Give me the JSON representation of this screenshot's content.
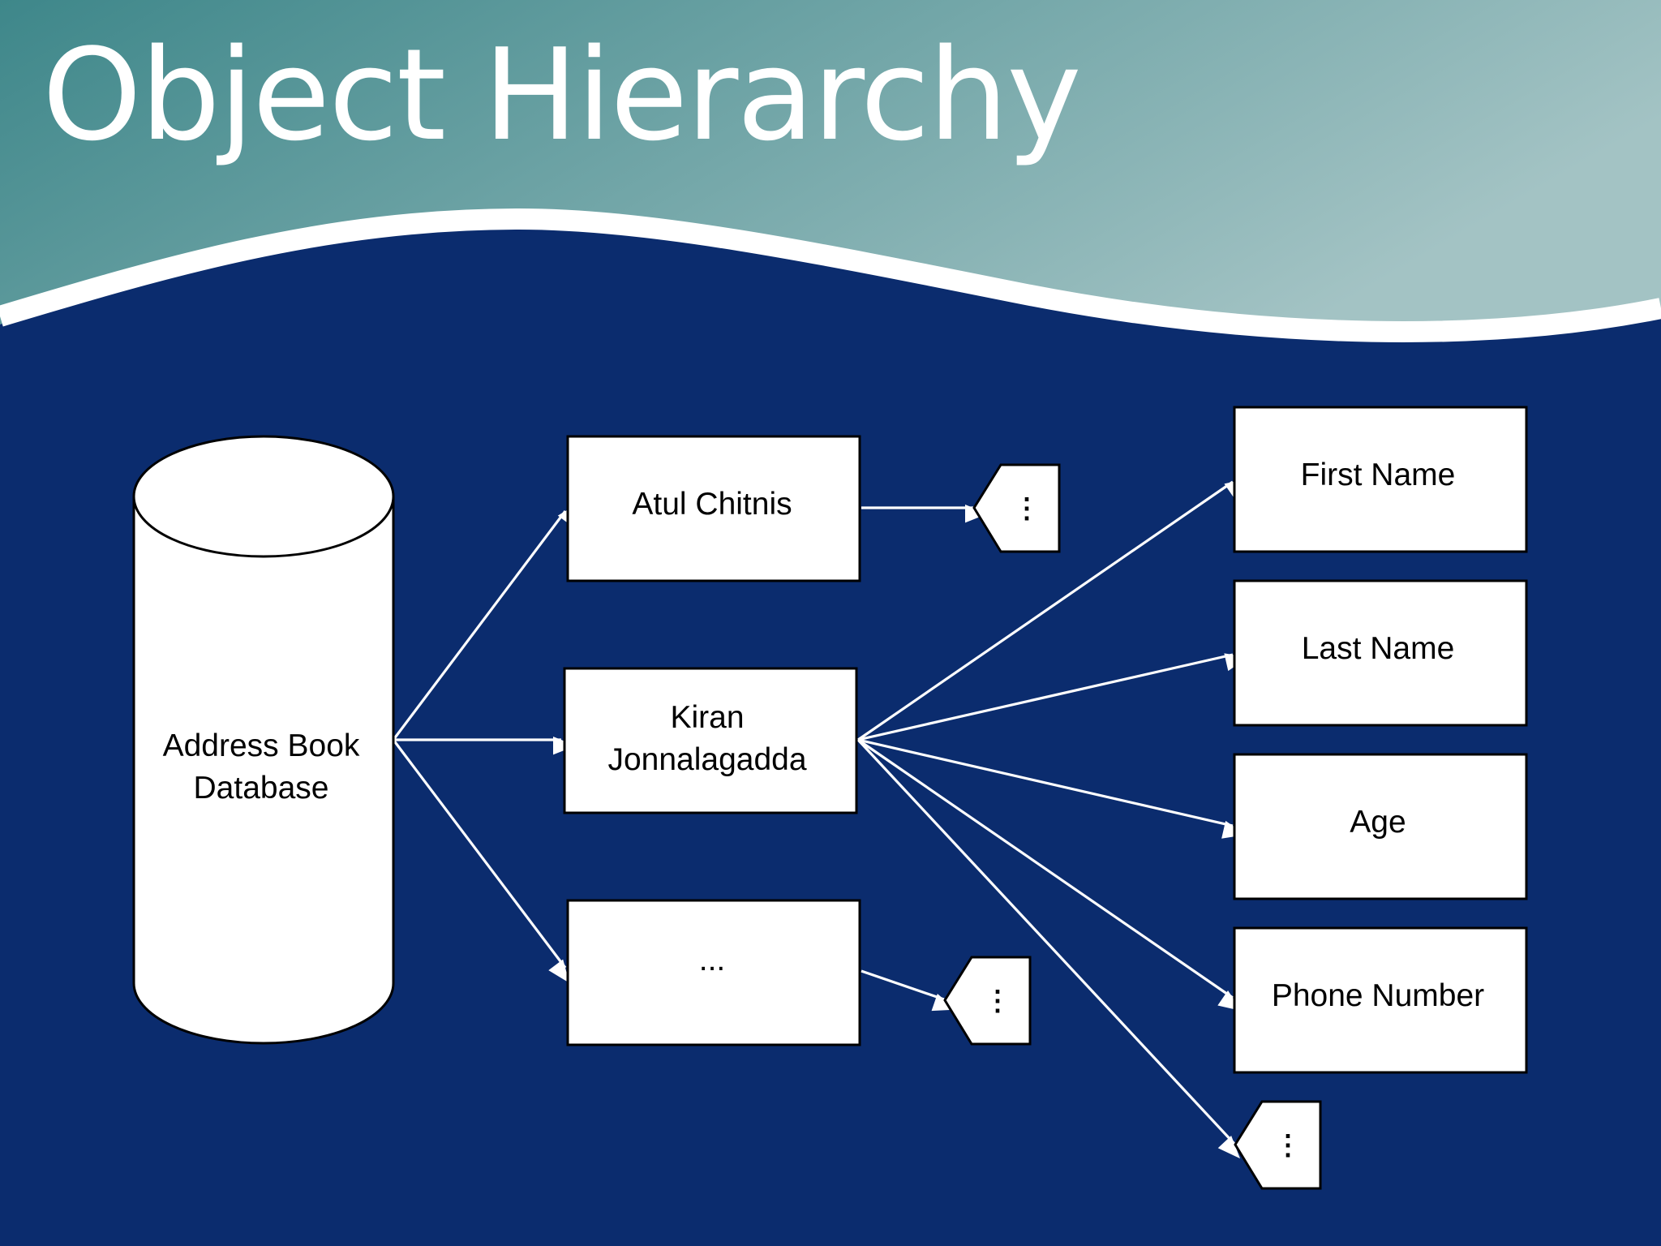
{
  "slide": {
    "title": "Object Hierarchy"
  },
  "diagram": {
    "database": {
      "line1": "Address Book",
      "line2": "Database"
    },
    "records": [
      {
        "line1": "Atul Chitnis",
        "line2": ""
      },
      {
        "line1": "Kiran",
        "line2": "Jonnalagadda"
      },
      {
        "line1": "...",
        "line2": ""
      }
    ],
    "fields": [
      {
        "label": "First Name"
      },
      {
        "label": "Last Name"
      },
      {
        "label": "Age"
      },
      {
        "label": "Phone Number"
      }
    ],
    "ellipsis_symbol": "⋮"
  },
  "colors": {
    "background": "#0b2c6e",
    "header_gradient_start": "#3e878a",
    "header_gradient_end": "#a3c3c4",
    "wave_line": "#ffffff",
    "node_fill": "#ffffff",
    "node_stroke": "#000000",
    "edge": "#ffffff"
  }
}
